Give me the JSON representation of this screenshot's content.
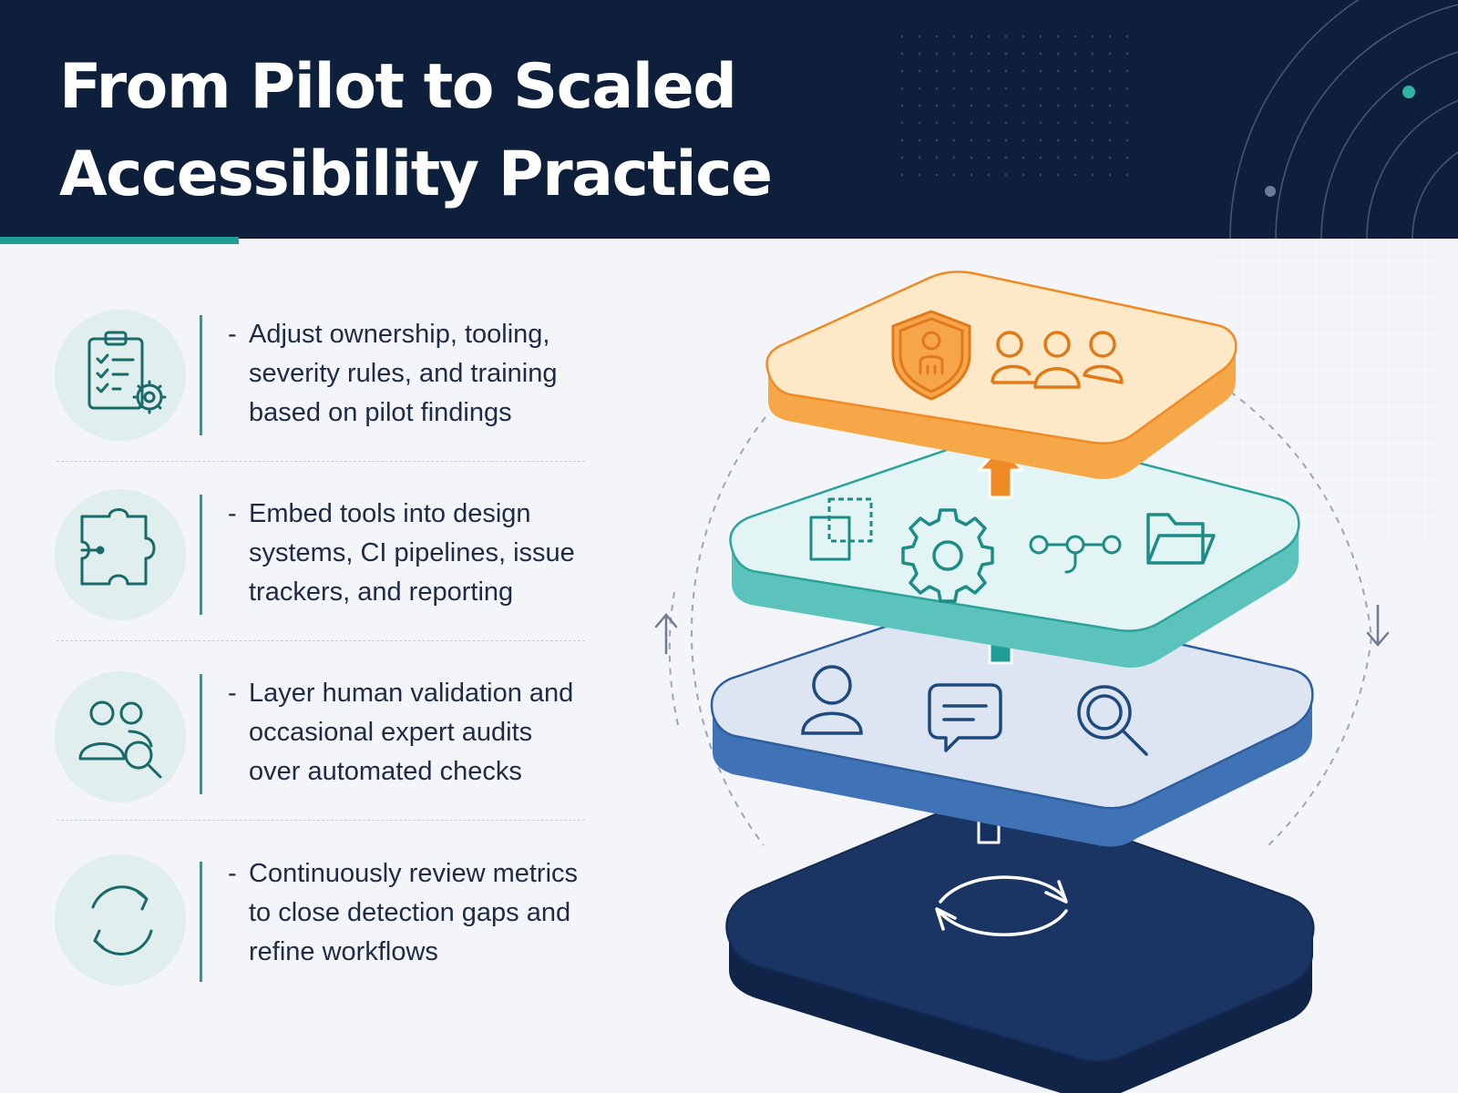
{
  "header": {
    "title_lines": [
      "From Pilot to Scaled",
      "Accessibility Practice"
    ]
  },
  "colors": {
    "header_bg": "#0d1f3a",
    "accent_teal": "#1f9e96",
    "orange": "#f39c3a",
    "teal": "#2fb3aa",
    "blue": "#3a6fb0",
    "navy": "#14305e",
    "icon_stroke": "#1a6a6a"
  },
  "steps": [
    {
      "icon": "clipboard-gear-icon",
      "lines": [
        "Adjust ownership, tooling,",
        "severity rules, and training",
        "based on pilot findings"
      ]
    },
    {
      "icon": "puzzle-piece-icon",
      "lines": [
        "Embed tools into design",
        "systems, CI pipelines, issue",
        "trackers, and reporting"
      ]
    },
    {
      "icon": "people-search-icon",
      "lines": [
        "Layer human validation and",
        "occasional expert audits",
        "over automated checks"
      ]
    },
    {
      "icon": "refresh-cycle-icon",
      "lines": [
        "Continuously review metrics",
        "to close detection gaps and",
        "refine workflows"
      ]
    }
  ],
  "layers": [
    {
      "name": "governance",
      "color": "orange",
      "icons": [
        "shield-person-icon",
        "team-icon"
      ]
    },
    {
      "name": "integration",
      "color": "teal",
      "icons": [
        "overlap-squares-icon",
        "gear-icon",
        "workflow-nodes-icon",
        "folder-icon"
      ]
    },
    {
      "name": "human-review",
      "color": "blue",
      "icons": [
        "person-icon",
        "chat-icon",
        "magnifier-icon"
      ]
    },
    {
      "name": "continuous-improvement",
      "color": "navy",
      "icons": [
        "cycle-arrows-icon"
      ]
    }
  ]
}
